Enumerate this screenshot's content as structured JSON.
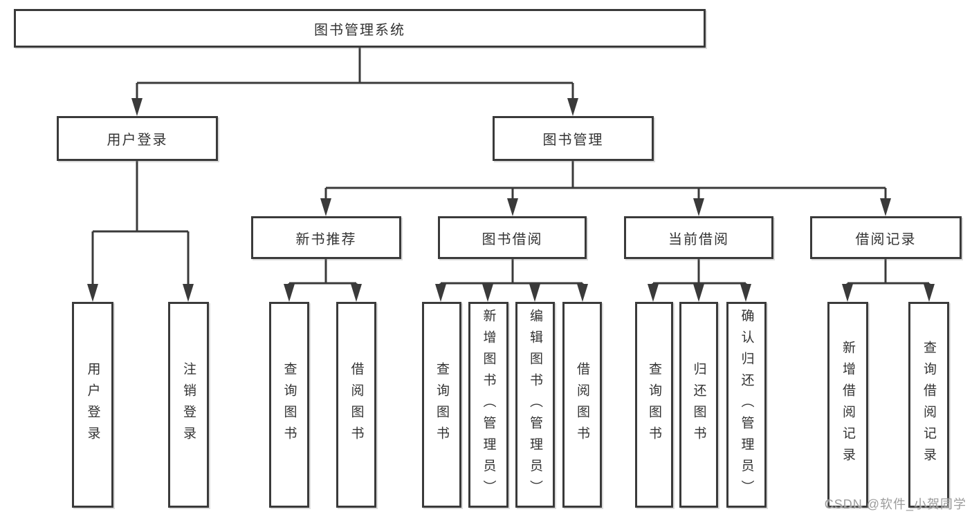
{
  "tree": {
    "label": "图书管理系统",
    "children": [
      {
        "label": "用户登录",
        "children": [
          {
            "label": "用户登录"
          },
          {
            "label": "注销登录"
          }
        ]
      },
      {
        "label": "图书管理",
        "children": [
          {
            "label": "新书推荐",
            "children": [
              {
                "label": "查询图书"
              },
              {
                "label": "借阅图书"
              }
            ]
          },
          {
            "label": "图书借阅",
            "children": [
              {
                "label": "查询图书"
              },
              {
                "label": "新增图书（管理员）"
              },
              {
                "label": "编辑图书（管理员）"
              },
              {
                "label": "借阅图书"
              }
            ]
          },
          {
            "label": "当前借阅",
            "children": [
              {
                "label": "查询图书"
              },
              {
                "label": "归还图书"
              },
              {
                "label": "确认归还（管理员）"
              }
            ]
          },
          {
            "label": "借阅记录",
            "children": [
              {
                "label": "新增借阅记录"
              },
              {
                "label": "查询借阅记录"
              }
            ]
          }
        ]
      }
    ]
  },
  "watermark": {
    "text": "CSDN @软件_小贺同学"
  },
  "colors": {
    "line": "#3a3a3a",
    "box_background": "#ffffff",
    "text": "#333333",
    "watermark_text": "#9c9c9c"
  }
}
